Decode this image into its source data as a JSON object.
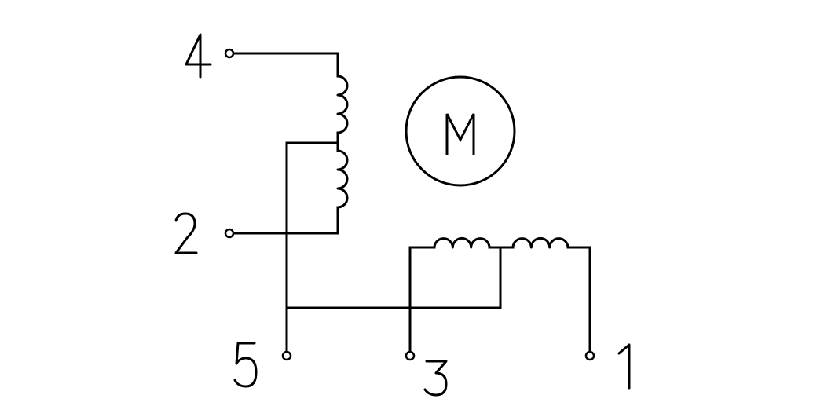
{
  "diagram": {
    "type": "stepper-motor-winding-schematic",
    "colors": {
      "ink": "#000000",
      "background": "#ffffff"
    },
    "motor_symbol": {
      "label": "M"
    },
    "terminals": [
      {
        "id": "t4",
        "label": "4"
      },
      {
        "id": "t2",
        "label": "2"
      },
      {
        "id": "t5",
        "label": "5"
      },
      {
        "id": "t3",
        "label": "3"
      },
      {
        "id": "t1",
        "label": "1"
      }
    ],
    "windings": [
      {
        "id": "vertical-upper",
        "turns": 3
      },
      {
        "id": "vertical-lower",
        "turns": 3
      },
      {
        "id": "horizontal-left",
        "turns": 3
      },
      {
        "id": "horizontal-right",
        "turns": 3
      }
    ]
  }
}
